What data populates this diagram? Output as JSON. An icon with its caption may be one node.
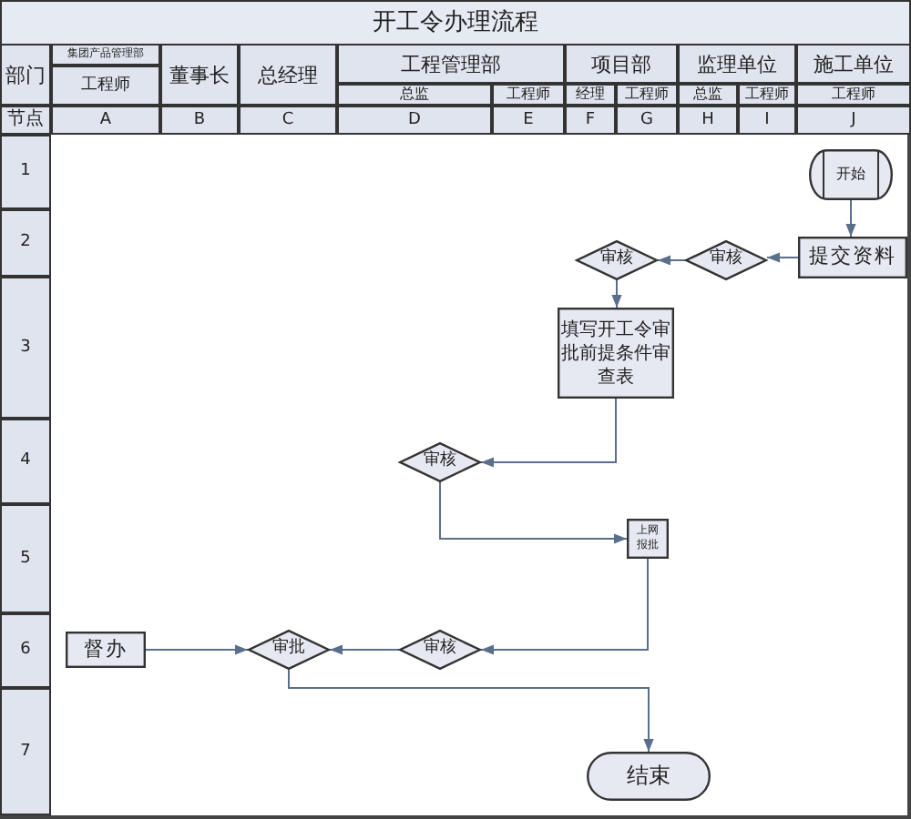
{
  "diagram": {
    "title": "开工令办理流程",
    "nodes": [
      {
        "text": [
          "开始"
        ]
      },
      {
        "text": [
          "提交资料"
        ]
      },
      {
        "text": [
          "审核"
        ]
      },
      {
        "text": [
          "审核"
        ]
      },
      {
        "text": [
          "填写开工令审批前提条件审查表"
        ]
      },
      {
        "text": [
          "审核"
        ]
      },
      {
        "text": [
          "上网报批"
        ]
      },
      {
        "text": [
          "审核"
        ]
      },
      {
        "text": [
          "审批"
        ]
      },
      {
        "text": [
          "督办"
        ]
      },
      {
        "text": [
          "结束"
        ]
      }
    ],
    "edges": [
      {
        "from": 0,
        "to": 1,
        "arrow": "to"
      },
      {
        "from": 1,
        "to": 2,
        "arrow": "to"
      },
      {
        "from": 2,
        "to": 3,
        "arrow": "to"
      },
      {
        "from": 3,
        "to": 4,
        "arrow": "to"
      },
      {
        "from": 4,
        "to": 5,
        "arrow": "to"
      },
      {
        "from": 5,
        "to": 6,
        "arrow": "to"
      },
      {
        "from": 6,
        "to": 7,
        "arrow": "to"
      },
      {
        "from": 7,
        "to": 8,
        "arrow": "to"
      },
      {
        "from": 9,
        "to": 8,
        "arrow": "to"
      },
      {
        "from": 8,
        "to": 10,
        "arrow": "to"
      }
    ],
    "labels": [
      "部门",
      "集团产品管理部",
      "董事长",
      "总经理",
      "工程管理部",
      "项目部",
      "监理单位",
      "施工单位",
      "工程师",
      "总监",
      "工程师",
      "经理",
      "工程师",
      "总监",
      "工程师",
      "工程师",
      "节点",
      "A",
      "B",
      "C",
      "D",
      "E",
      "F",
      "G",
      "H",
      "I",
      "J",
      "1",
      "2",
      "3",
      "4",
      "5",
      "6",
      "7"
    ]
  }
}
